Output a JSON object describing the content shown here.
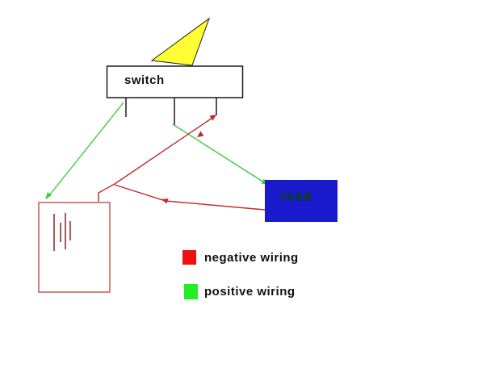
{
  "diagram": {
    "switch": {
      "label": "switch"
    },
    "load": {
      "label": "load"
    },
    "battery": {
      "plates": 4
    }
  },
  "legend": {
    "negative": {
      "label": "negative wiring",
      "color": "#ee1111"
    },
    "positive": {
      "label": "positive wiring",
      "color": "#22ee22"
    }
  },
  "colors": {
    "background": "#ffffff",
    "switch_lever": "#ffff33",
    "outline_black": "#1a1a1a",
    "positive_wire": "#3ecb3e",
    "negative_wire": "#c22b2b",
    "load_fill": "#1a1acd",
    "load_text": "#0a4a0a",
    "battery_outline": "#c04040",
    "battery_plates": "#8b3434",
    "legend_negative": "#ee1111",
    "legend_positive": "#22ee22"
  },
  "icons": {
    "lever": "switch-lever-triangle-icon",
    "battery": "battery-cell-plates-icon",
    "arrowheads": "wire-direction-arrowhead-icon"
  }
}
